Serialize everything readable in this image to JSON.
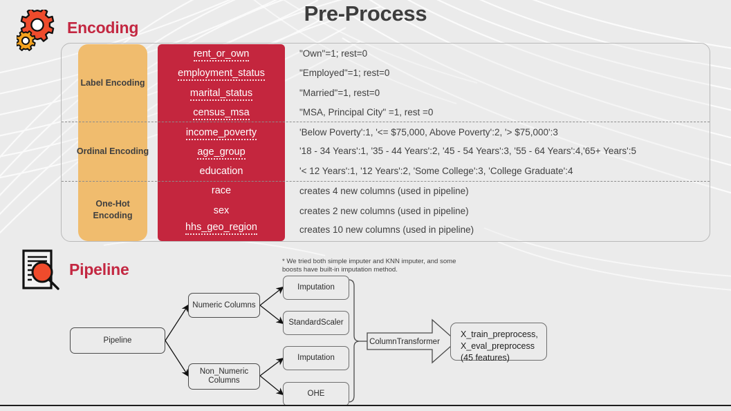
{
  "slide": {
    "title": "Pre-Process",
    "background_color": "#ebebeb",
    "accent_red": "#c32741",
    "table_red": "#c4263e",
    "table_orange": "#f0bc6e",
    "title_color": "#3d3d3d"
  },
  "encoding": {
    "heading": "Encoding",
    "icon": "gears-icon",
    "groups": [
      {
        "name": "Label Encoding",
        "features": [
          "rent_or_own",
          "employment_status",
          "marital_status",
          "census_msa"
        ],
        "descriptions": [
          "\"Own\"=1; rest=0",
          "\"Employed\"=1; rest=0",
          "\"Married\"=1, rest=0",
          "\"MSA, Principal City\" =1, rest =0"
        ]
      },
      {
        "name": "Ordinal Encoding",
        "features": [
          "income_poverty",
          "age_group",
          "education"
        ],
        "descriptions": [
          "'Below Poverty':1, '<= $75,000, Above Poverty':2, '> $75,000':3",
          "'18 - 34 Years':1, '35 - 44 Years':2, '45 - 54 Years':3, '55 - 64 Years':4,'65+ Years':5",
          "'< 12 Years':1, '12 Years':2, 'Some College':3, 'College Graduate':4"
        ]
      },
      {
        "name": "One-Hot Encoding",
        "name_line1": "One-Hot",
        "name_line2": "Encoding",
        "features": [
          "race",
          "sex",
          "hhs_geo_region"
        ],
        "descriptions": [
          "creates 4 new columns (used in pipeline)",
          "creates 2 new columns (used in pipeline)",
          "creates 10 new columns (used in pipeline)"
        ]
      }
    ]
  },
  "pipeline": {
    "heading": "Pipeline",
    "icon": "document-search-icon",
    "note": "* We tried both simple imputer and KNN imputer, and some boosts have built-in imputation method.",
    "nodes": {
      "root": "Pipeline",
      "numeric": "Numeric Columns",
      "non_numeric_line1": "Non_Numeric",
      "non_numeric_line2": "Columns",
      "imputation_numeric": "Imputation",
      "standard_scaler": "StandardScaler",
      "imputation_non_numeric": "Imputation",
      "ohe": "OHE",
      "column_transformer": "ColumnTransformer",
      "output_line1": "X_train_preprocess,",
      "output_line2": "X_eval_preprocess",
      "output_line3": "(45 features)"
    }
  }
}
